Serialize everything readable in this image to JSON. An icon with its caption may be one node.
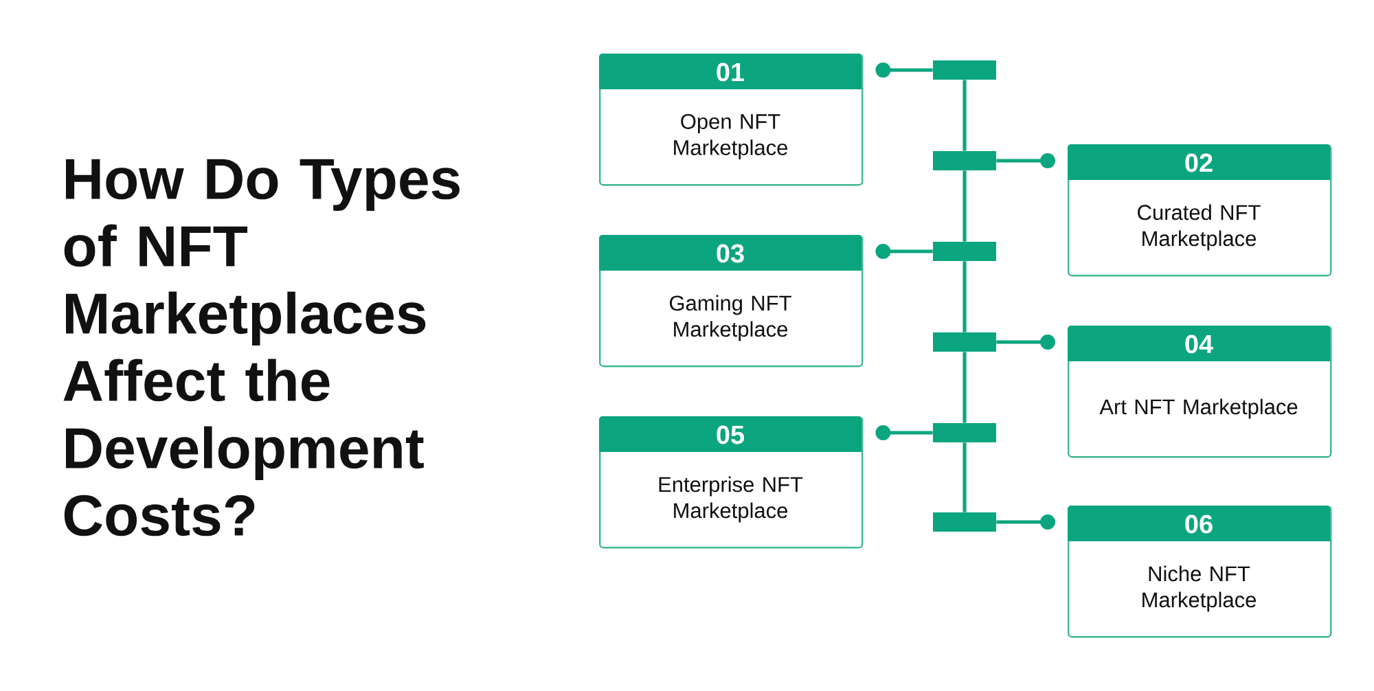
{
  "diagram": {
    "title": "How Do Types of NFT Marketplaces Affect the Development Costs?",
    "nodes": [
      {
        "text": [
          "01",
          "Open NFT Marketplace"
        ]
      },
      {
        "text": [
          "02",
          "Curated NFT Marketplace"
        ]
      },
      {
        "text": [
          "03",
          "Gaming NFT Marketplace"
        ]
      },
      {
        "text": [
          "04",
          "Art NFT Marketplace"
        ]
      },
      {
        "text": [
          "05",
          "Enterprise NFT Marketplace"
        ]
      },
      {
        "text": [
          "06",
          "Niche NFT Marketplace"
        ]
      },
      {
        "text": [],
        "shape": "bar"
      },
      {
        "text": [],
        "shape": "bar"
      },
      {
        "text": [],
        "shape": "bar"
      },
      {
        "text": [],
        "shape": "bar"
      },
      {
        "text": [],
        "shape": "bar"
      },
      {
        "text": [],
        "shape": "bar"
      }
    ],
    "edges": [
      {
        "from": 6,
        "to": 7,
        "arrow": "none"
      },
      {
        "from": 7,
        "to": 8,
        "arrow": "none"
      },
      {
        "from": 8,
        "to": 9,
        "arrow": "none"
      },
      {
        "from": 9,
        "to": 10,
        "arrow": "none"
      },
      {
        "from": 10,
        "to": 11,
        "arrow": "none"
      },
      {
        "from": 6,
        "to": 0,
        "arrow": "other"
      },
      {
        "from": 7,
        "to": 1,
        "arrow": "other"
      },
      {
        "from": 8,
        "to": 2,
        "arrow": "other"
      },
      {
        "from": 9,
        "to": 3,
        "arrow": "other"
      },
      {
        "from": 10,
        "to": 4,
        "arrow": "other"
      },
      {
        "from": 11,
        "to": 5,
        "arrow": "other"
      }
    ]
  }
}
